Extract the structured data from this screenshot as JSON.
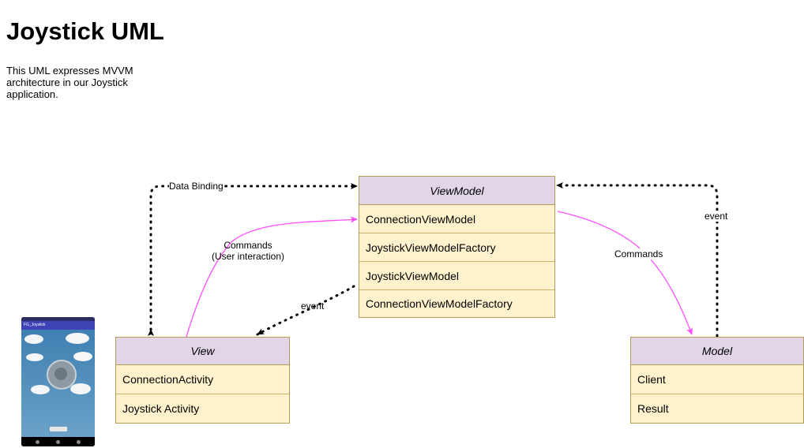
{
  "title": "Joystick UML",
  "description": "This UML expresses MVVM architecture in our Joystick application.",
  "classes": {
    "viewmodel": {
      "name": "ViewModel",
      "members": [
        "ConnectionViewModel",
        "JoystickViewModelFactory",
        "JoystickViewModel",
        "ConnectionViewModelFactory"
      ]
    },
    "view": {
      "name": "View",
      "members": [
        "ConnectionActivity",
        "Joystick Activity"
      ]
    },
    "model": {
      "name": "Model",
      "members": [
        "Client",
        "Result"
      ]
    }
  },
  "edges": {
    "data_binding": "Data Binding",
    "commands_view": "Commands\n(User interaction)",
    "event_view": "event",
    "commands_model": "Commands",
    "event_model": "event"
  },
  "colors": {
    "class_header": "#e1d5e7",
    "class_body": "#fff2cc",
    "class_border": "#b39a55",
    "commands_arrow": "#ff4dff",
    "event_arrow": "#000000"
  },
  "thumbnail": {
    "appbar_text": "FG_Joystick"
  }
}
